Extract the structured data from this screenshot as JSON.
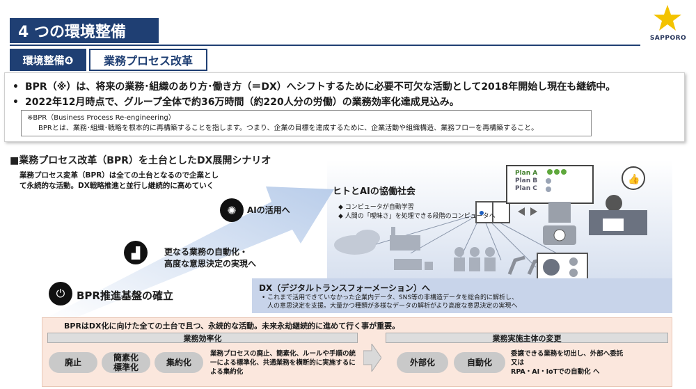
{
  "header": {
    "title": "4 つの環境整備",
    "logo_text": "SAPPORO"
  },
  "section": {
    "tag": "環境整備❹",
    "name": "業務プロセス改革"
  },
  "bullets": [
    "BPR（※）は、将来の業務･組織のあり方･働き方（＝DX）へシフトするために必要不可欠な活動として2018年開始し現在も継続中。",
    "2022年12月時点で、グループ全体で約36万時間（約220人分の労働）の業務効率化達成見込み。"
  ],
  "bullet_mark": "•",
  "note": {
    "title": "※BPR（Business Process Re-engineering）",
    "text": "BPRとは、業務･組織･戦略を根本的に再構築することを指します。つまり、企業の目標を達成するために、企業活動や組織構造、業務フローを再構築すること。"
  },
  "scenario": {
    "title": "■業務プロセス改革（BPR）を土台としたDX展開シナリオ",
    "desc_line1": "業務プロセス変革（BPR）は全ての土台となるので企業とし",
    "desc_line2": "て永続的な活動。DX戦略推進と並行し継続的に高めていく"
  },
  "steps": {
    "step1": "BPR推進基盤の確立",
    "step2_line1": "更なる業務の自動化・",
    "step2_line2": "高度な意思決定の実現へ",
    "step3": "AIの活用へ"
  },
  "ai_panel": {
    "title": "ヒトとAIの協働社会",
    "items": [
      "◆ コンピュータが自動学習",
      "◆ 人間の「曖昧さ」を処理できる段階のコンピュータへ"
    ],
    "plans": [
      "Plan A",
      "Plan B",
      "Plan C"
    ]
  },
  "dx": {
    "title": "DX（デジタルトランスフォーメーション）へ",
    "line1": "• これまで活用できていなかった企業内データ、SNS等の非構造データを総合的に解析し、",
    "line2": "人の意思決定を支援。大量かつ種類が多様なデータの解析がより高度な意思決定の実現へ"
  },
  "bottom": {
    "lead": "BPRはDX化に向けた全ての土台で且つ、永続的な活動。未来永劫継続的に進めて行く事が重要。",
    "efficiency": {
      "header": "業務効率化",
      "pills": [
        "廃止",
        "簡素化",
        "標準化",
        "集約化"
      ],
      "desc": "業務プロセスの廃止、簡素化、ルールや手順の統一による標準化、共通業務を横断的に実施するによる集約化"
    },
    "actor": {
      "header": "業務実施主体の変更",
      "pills": [
        "外部化",
        "自動化"
      ],
      "desc_line1": "委譲できる業務を切出し、外部へ委託",
      "desc_line2": "又は",
      "desc_line3": "RPA・AI・IoTでの自動化 へ"
    }
  },
  "colors": {
    "brand_navy": "#1f3f73",
    "logo_star": "#f3c300",
    "bottom_panel": "#fbe7dd",
    "dx_panel": "#c8d4ea"
  }
}
